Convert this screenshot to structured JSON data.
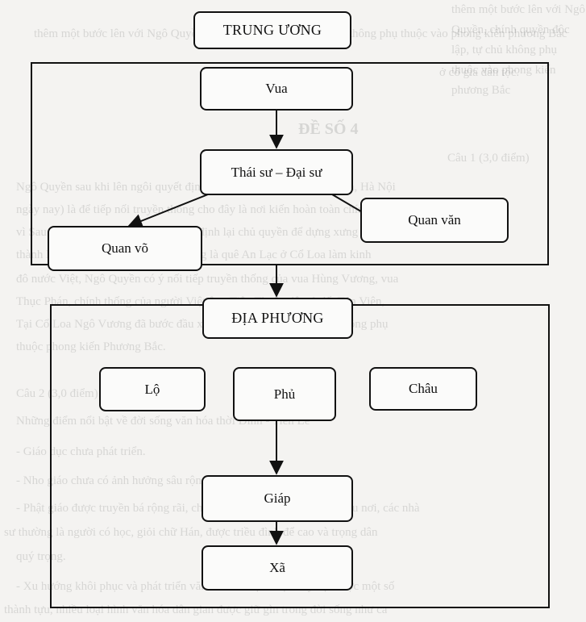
{
  "background_text": [
    "thêm một bước lên với Ngô Quyền, chính quyền độc lập, tự chủ không phụ thuộc vào phong kiến phương Bắc",
    "ở cố gia dân tộc.",
    "ĐỀ SỐ 4",
    "Câu 1 (3,0 điểm)",
    "Ngô Quyền sau khi lên ngôi quyết định đóng đô ở Cổ Loa (Đông Anh, Hà Nội",
    "ngày nay) là để tiếp nối truyền thống cho đây là nơi kiến hoàn toàn chính xác,",
    "vì Sau chiến thắng Ngô Quyền muốn định lại chủ quyền để dựng xưng vương,",
    "thành lập một vương triều độc lập cũng là quê An Lạc ở Cổ Loa làm kinh",
    "đô nước Việt, Ngô Quyền có ý nối tiếp truyền thống của vua Hùng Vương, vua",
    "Thục Phán, chính thống của người Việt ông Tiên Thuận đô - ở đất Tản Viên,",
    "Tại Cổ Loa Ngô Vương đã bước đầu xây dựng nền chính độc lập, không phụ",
    "thuộc phong kiến Phương Bắc.",
    "Câu 2 (3,0 điểm)",
    "Những điểm nổi bật về đời sống văn hóa thời Đinh - Tiền Lê",
    "- Giáo dục chưa phát triển.",
    "- Nho giáo chưa có ảnh hưởng sâu rộng.",
    "- Phật giáo được truyền bá rộng rãi, chùa chiền được xây dựng ở nhiều nơi, các nhà",
    "sư thường là người có học, giỏi chữ Hán, được triều đình để cao và trọng dân",
    "quý trọng.",
    "- Xu hướng khôi phục và phát triển văn hóa dân tộc được đẩy đại được một số",
    "thành tựu, nhiều loại hình văn hóa dân gian được giữ gìn trong đời sống như ca"
  ],
  "nodes": {
    "trung_uong": "TRUNG ƯƠNG",
    "vua": "Vua",
    "thai_su": "Thái sư – Đại sư",
    "quan_vo": "Quan võ",
    "quan_van": "Quan văn",
    "dia_phuong": "ĐỊA PHƯƠNG",
    "lo": "Lộ",
    "phu": "Phủ",
    "chau": "Châu",
    "giap": "Giáp",
    "xa": "Xã"
  },
  "colors": {
    "line": "#111111",
    "box_fill": "#fbfbfa",
    "paper": "#f4f3f1"
  }
}
